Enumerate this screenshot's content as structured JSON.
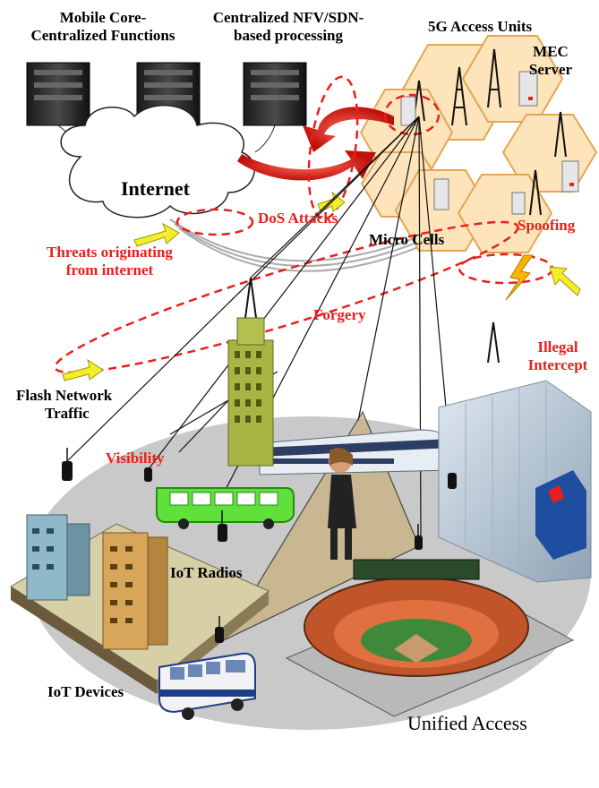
{
  "labels": {
    "mobile_core_1": "Mobile Core-",
    "mobile_core_2": "Centralized Functions",
    "nfv_1": "Centralized NFV/SDN-",
    "nfv_2": "based processing",
    "access_units": "5G Access Units",
    "mec_1": "MEC",
    "mec_2": "Server",
    "internet": "Internet",
    "dos": "DoS Attacks",
    "spoofing": "Spoofing",
    "micro_cells": "Micro Cells",
    "threats_1": "Threats originating",
    "threats_2": "from internet",
    "forgery": "Forgery",
    "illegal_1": "Illegal",
    "illegal_2": "Intercept",
    "flash_1": "Flash Network",
    "flash_2": "Traffic",
    "visibility": "Visibility",
    "iot_radios": "IoT Radios",
    "iot_devices": "IoT Devices",
    "unified_access": "Unified Access"
  },
  "colors": {
    "threat_red": "#e8201c",
    "hex_fill": "#fde3b8",
    "hex_stroke": "#e3a24a",
    "arrow_yellow": "#f4ee2a",
    "bus_green": "#5fe03a",
    "floor_gray": "#c9c9c9"
  }
}
